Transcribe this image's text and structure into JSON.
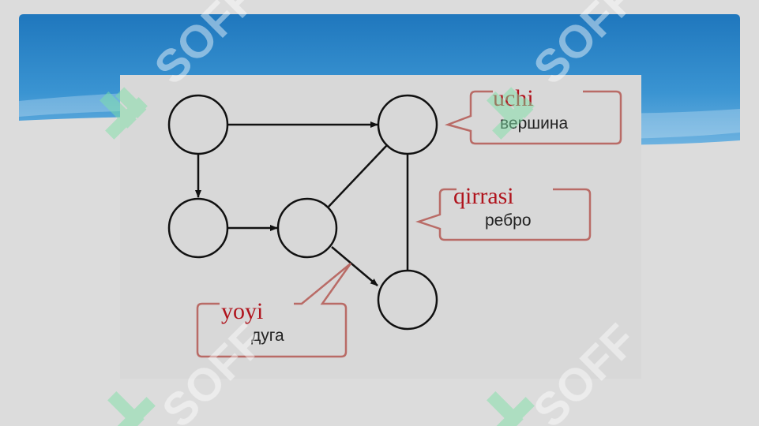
{
  "callouts": {
    "uchi": {
      "title": "uchi",
      "subtitle": "вершина"
    },
    "qirrasi": {
      "title": "qirrasi",
      "subtitle": "ребро"
    },
    "yoyi": {
      "title": "yoyi",
      "subtitle": "дуга"
    }
  },
  "watermark": {
    "text": "SOFF"
  },
  "colors": {
    "callout_border": "#b96b66",
    "callout_title": "#b0141d",
    "header_blue": "#2a82c4",
    "watermark_green": "#7fe0a6"
  }
}
